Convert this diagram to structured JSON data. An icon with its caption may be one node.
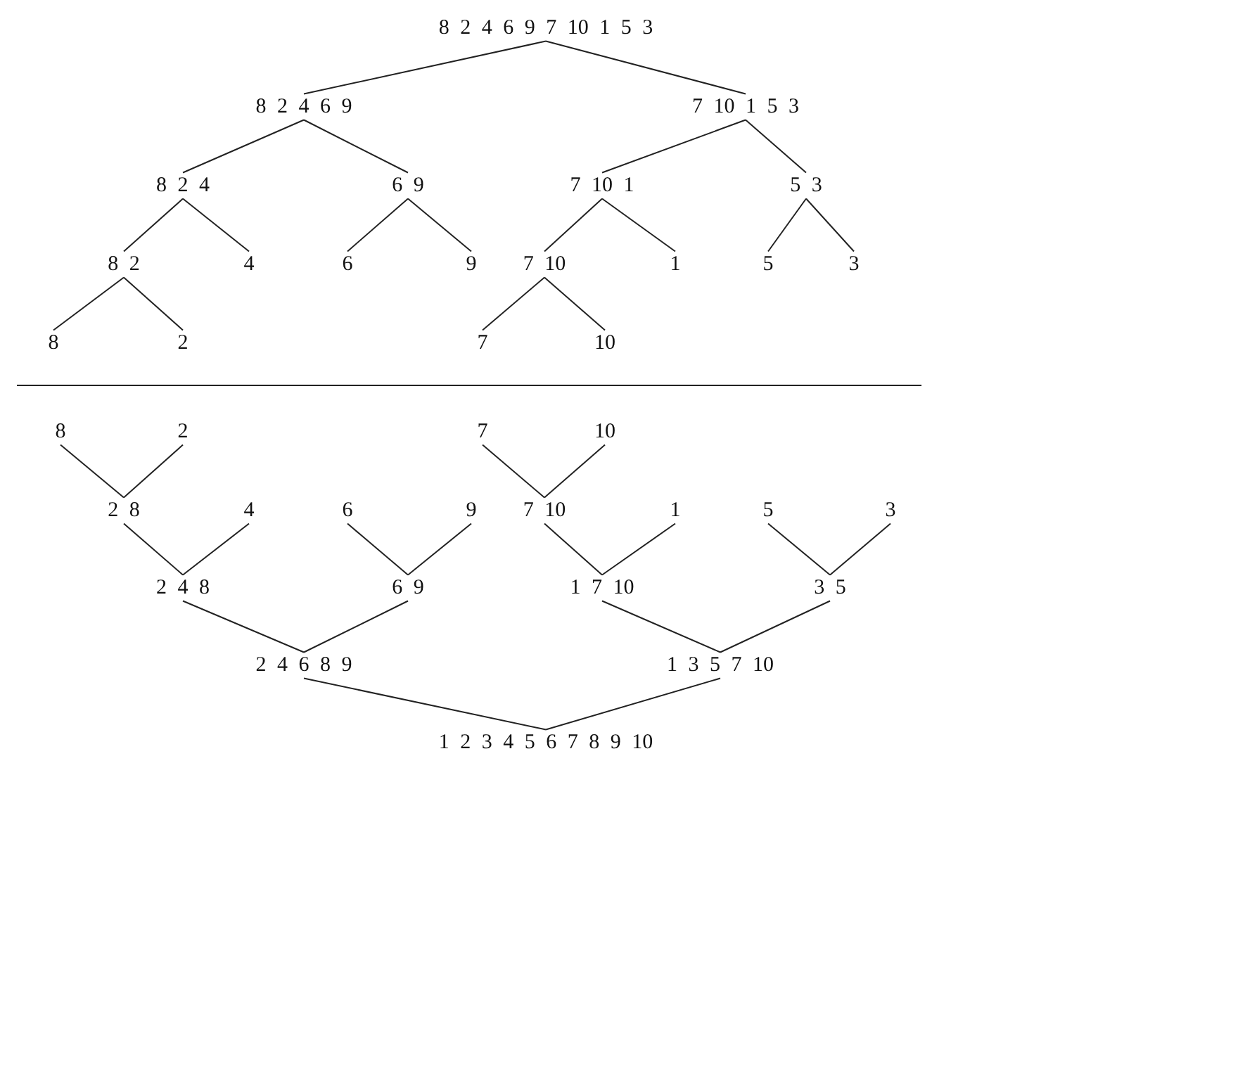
{
  "diagram": {
    "nodes": [
      {
        "text": [
          "8 2 4 6 9 7 10 1 5 3"
        ]
      },
      {
        "text": [
          "8 2 4 6 9"
        ]
      },
      {
        "text": [
          "7 10 1 5 3"
        ]
      },
      {
        "text": [
          "8 2 4"
        ]
      },
      {
        "text": [
          "6 9"
        ]
      },
      {
        "text": [
          "7 10 1"
        ]
      },
      {
        "text": [
          "5 3"
        ]
      },
      {
        "text": [
          "8 2"
        ]
      },
      {
        "text": [
          "4"
        ]
      },
      {
        "text": [
          "6"
        ]
      },
      {
        "text": [
          "9"
        ]
      },
      {
        "text": [
          "7 10"
        ]
      },
      {
        "text": [
          "1"
        ]
      },
      {
        "text": [
          "5"
        ]
      },
      {
        "text": [
          "3"
        ]
      },
      {
        "text": [
          "8"
        ]
      },
      {
        "text": [
          "2"
        ]
      },
      {
        "text": [
          "7"
        ]
      },
      {
        "text": [
          "10"
        ]
      },
      {
        "text": [
          "8"
        ]
      },
      {
        "text": [
          "2"
        ]
      },
      {
        "text": [
          "7"
        ]
      },
      {
        "text": [
          "10"
        ]
      },
      {
        "text": [
          "2 8"
        ]
      },
      {
        "text": [
          "4"
        ]
      },
      {
        "text": [
          "6"
        ]
      },
      {
        "text": [
          "9"
        ]
      },
      {
        "text": [
          "7 10"
        ]
      },
      {
        "text": [
          "1"
        ]
      },
      {
        "text": [
          "5"
        ]
      },
      {
        "text": [
          "3"
        ]
      },
      {
        "text": [
          "2 4 8"
        ]
      },
      {
        "text": [
          "6 9"
        ]
      },
      {
        "text": [
          "1 7 10"
        ]
      },
      {
        "text": [
          "3 5"
        ]
      },
      {
        "text": [
          "2 4 6 8 9"
        ]
      },
      {
        "text": [
          "1 3 5 7 10"
        ]
      },
      {
        "text": [
          "1 2 3 4 5 6 7 8 9 10"
        ]
      }
    ],
    "edges": [
      {
        "from": 0,
        "to": 1,
        "arrow": "none"
      },
      {
        "from": 0,
        "to": 2,
        "arrow": "none"
      },
      {
        "from": 1,
        "to": 3,
        "arrow": "none"
      },
      {
        "from": 1,
        "to": 4,
        "arrow": "none"
      },
      {
        "from": 2,
        "to": 5,
        "arrow": "none"
      },
      {
        "from": 2,
        "to": 6,
        "arrow": "none"
      },
      {
        "from": 3,
        "to": 7,
        "arrow": "none"
      },
      {
        "from": 3,
        "to": 8,
        "arrow": "none"
      },
      {
        "from": 4,
        "to": 9,
        "arrow": "none"
      },
      {
        "from": 4,
        "to": 10,
        "arrow": "none"
      },
      {
        "from": 5,
        "to": 11,
        "arrow": "none"
      },
      {
        "from": 5,
        "to": 12,
        "arrow": "none"
      },
      {
        "from": 6,
        "to": 13,
        "arrow": "none"
      },
      {
        "from": 6,
        "to": 14,
        "arrow": "none"
      },
      {
        "from": 7,
        "to": 15,
        "arrow": "none"
      },
      {
        "from": 7,
        "to": 16,
        "arrow": "none"
      },
      {
        "from": 11,
        "to": 17,
        "arrow": "none"
      },
      {
        "from": 11,
        "to": 18,
        "arrow": "none"
      },
      {
        "from": 19,
        "to": 23,
        "arrow": "none"
      },
      {
        "from": 20,
        "to": 23,
        "arrow": "none"
      },
      {
        "from": 21,
        "to": 27,
        "arrow": "none"
      },
      {
        "from": 22,
        "to": 27,
        "arrow": "none"
      },
      {
        "from": 23,
        "to": 31,
        "arrow": "none"
      },
      {
        "from": 24,
        "to": 31,
        "arrow": "none"
      },
      {
        "from": 25,
        "to": 32,
        "arrow": "none"
      },
      {
        "from": 26,
        "to": 32,
        "arrow": "none"
      },
      {
        "from": 27,
        "to": 33,
        "arrow": "none"
      },
      {
        "from": 28,
        "to": 33,
        "arrow": "none"
      },
      {
        "from": 29,
        "to": 34,
        "arrow": "none"
      },
      {
        "from": 30,
        "to": 34,
        "arrow": "none"
      },
      {
        "from": 31,
        "to": 35,
        "arrow": "none"
      },
      {
        "from": 32,
        "to": 35,
        "arrow": "none"
      },
      {
        "from": 33,
        "to": 36,
        "arrow": "none"
      },
      {
        "from": 34,
        "to": 36,
        "arrow": "none"
      },
      {
        "from": 35,
        "to": 37,
        "arrow": "none"
      },
      {
        "from": 36,
        "to": 37,
        "arrow": "none"
      }
    ]
  }
}
